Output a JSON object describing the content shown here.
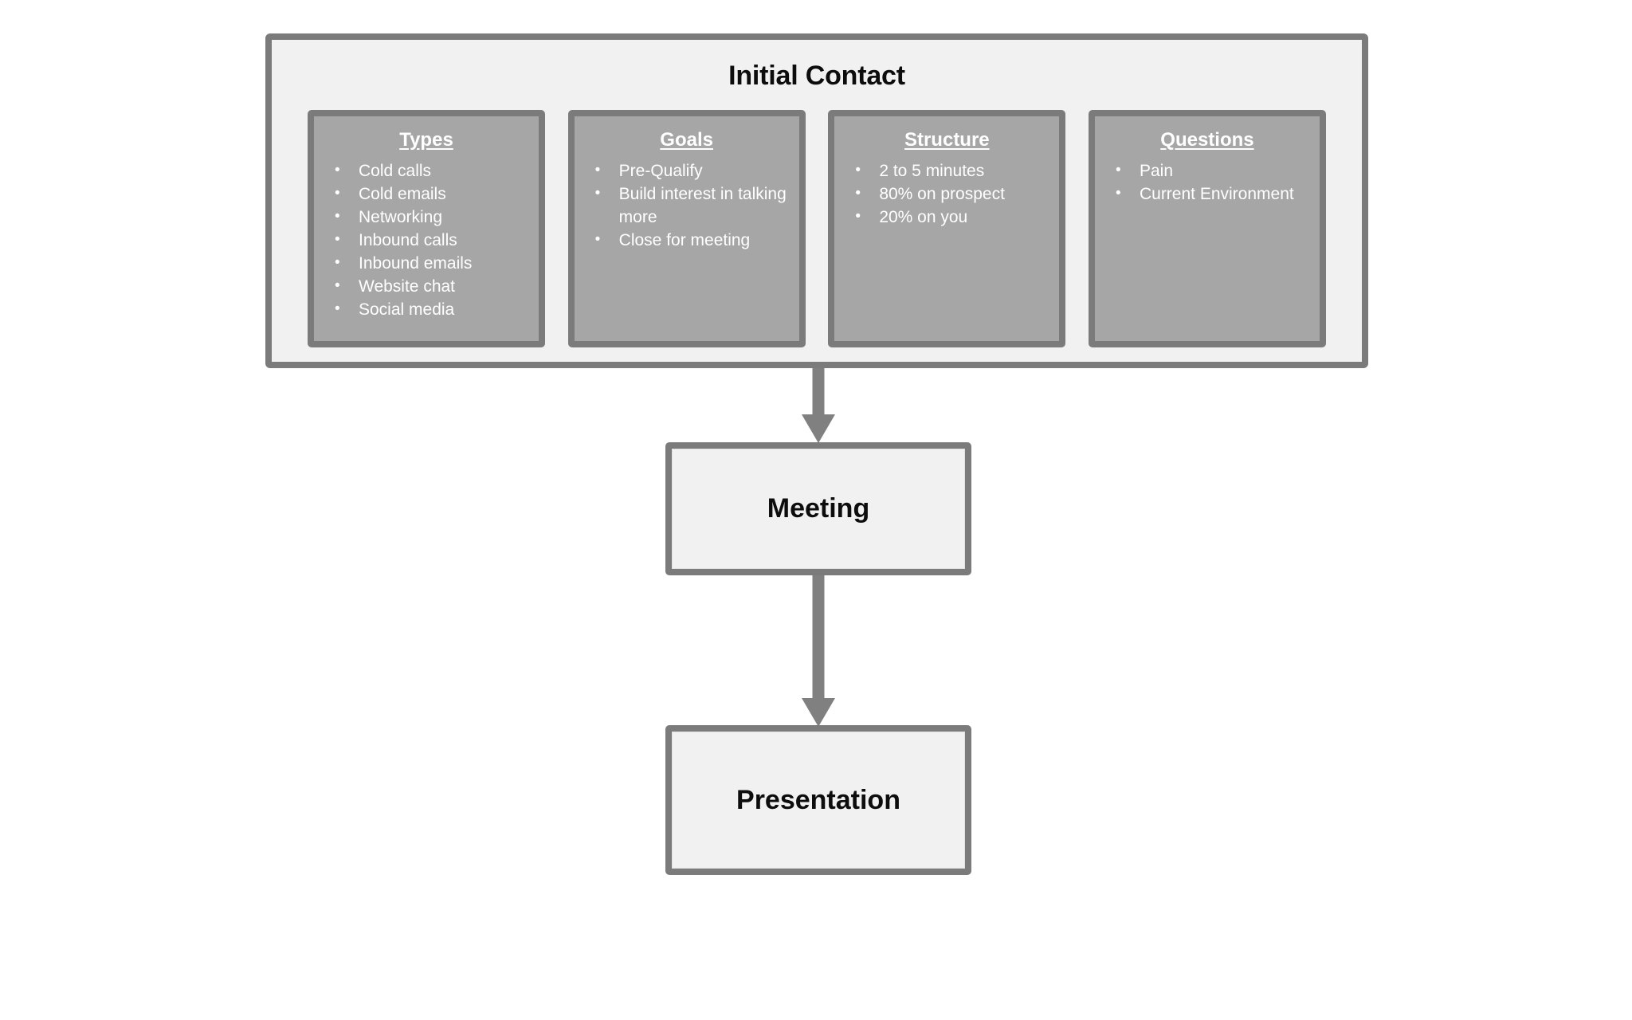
{
  "diagram": {
    "title": "Initial Contact",
    "colors": {
      "border": "#7b7b7b",
      "panel_fill": "#a6a6a6",
      "box_fill": "#f1f1f1",
      "arrow": "#808080",
      "title_text": "#0d0d0d",
      "panel_text": "#ffffff",
      "page_background": "#ffffff"
    },
    "panels": [
      {
        "title": "Types",
        "items": [
          "Cold calls",
          "Cold emails",
          "Networking",
          "Inbound calls",
          "Inbound emails",
          "Website chat",
          "Social media"
        ]
      },
      {
        "title": "Goals",
        "items": [
          "Pre-Qualify",
          "Build interest in talking more",
          "Close for meeting"
        ]
      },
      {
        "title": "Structure",
        "items": [
          "2 to 5 minutes",
          "80% on prospect",
          "20% on you"
        ]
      },
      {
        "title": "Questions",
        "items": [
          "Pain",
          "Current Environment"
        ]
      }
    ],
    "flow": {
      "meeting_label": "Meeting",
      "presentation_label": "Presentation"
    }
  }
}
